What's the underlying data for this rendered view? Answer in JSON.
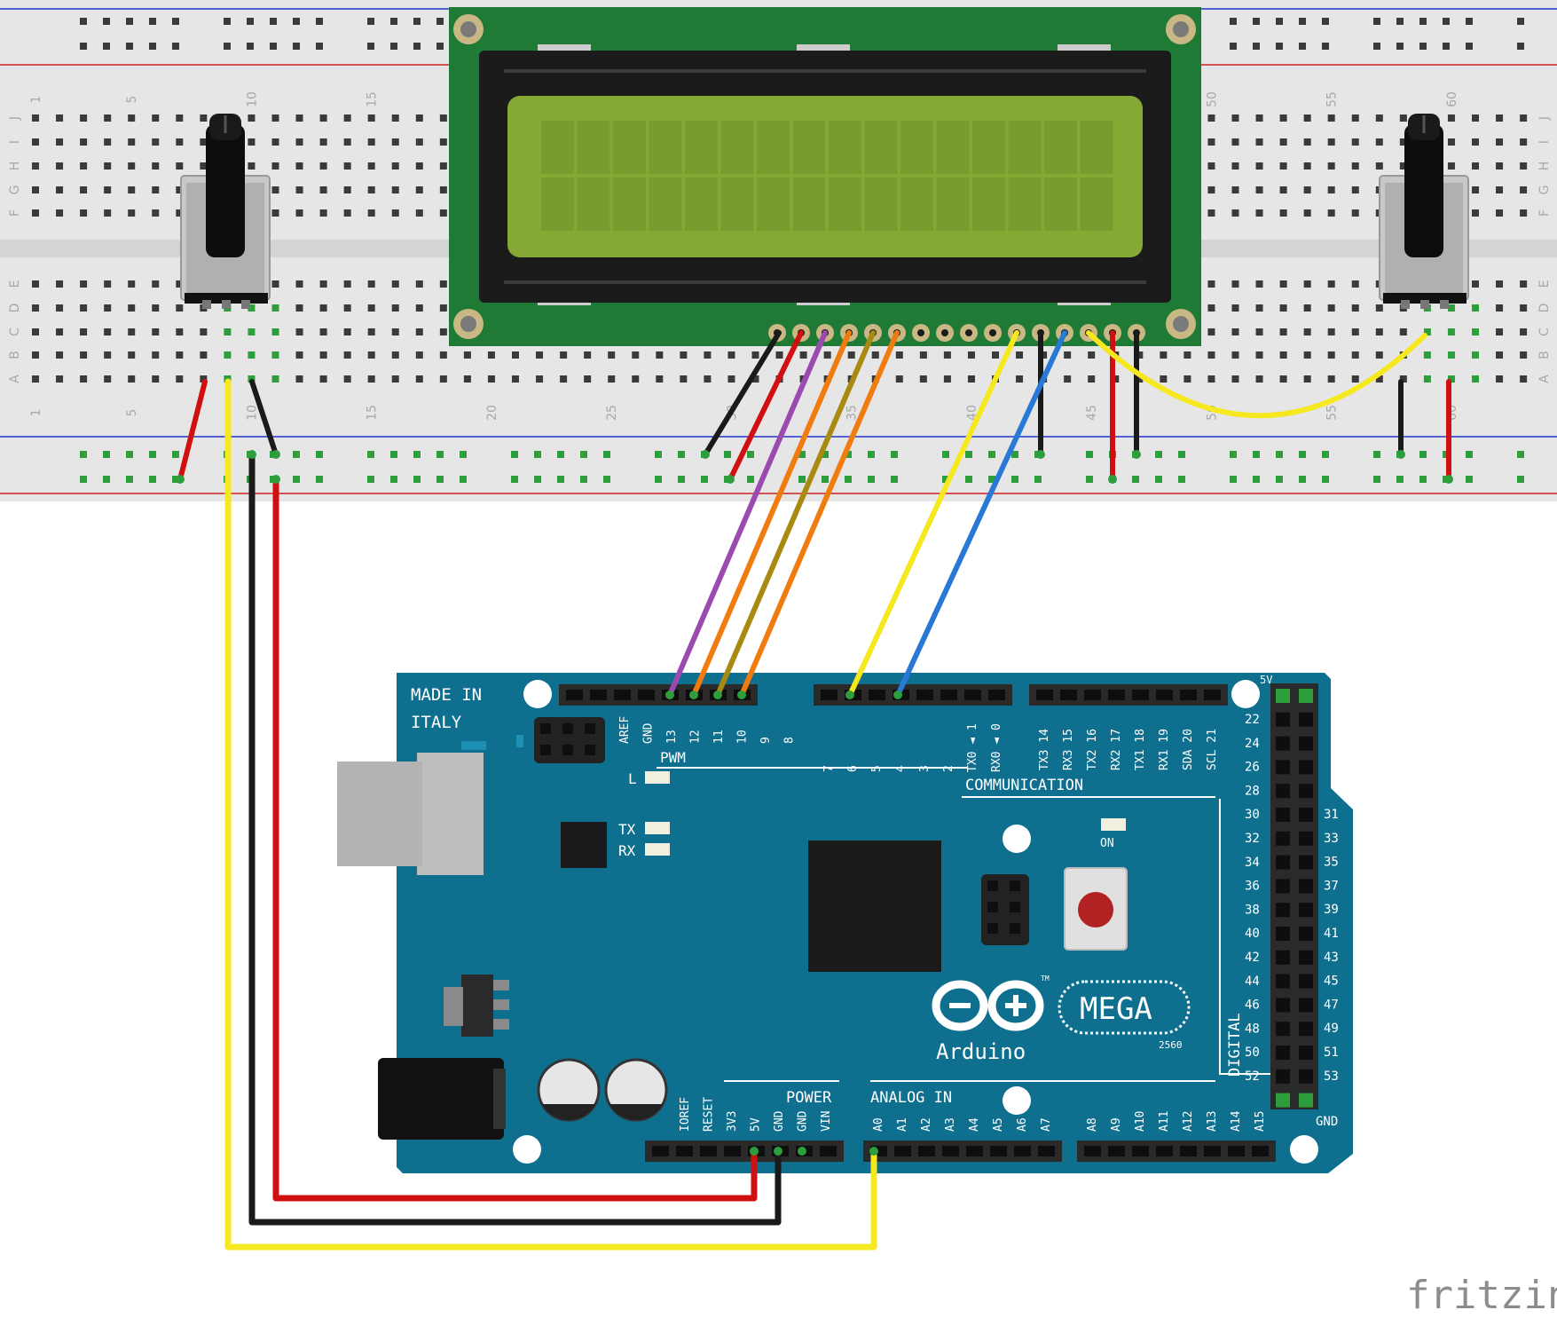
{
  "breadboard": {
    "column_numbers": [
      "1",
      "5",
      "10",
      "15",
      "20",
      "25",
      "30",
      "35",
      "40",
      "45",
      "50",
      "55",
      "60"
    ],
    "row_letters_top": [
      "J",
      "I",
      "H",
      "G",
      "F"
    ],
    "row_letters_bottom": [
      "E",
      "D",
      "C",
      "B",
      "A"
    ]
  },
  "arduino": {
    "made_in_1": "MADE IN",
    "made_in_2": "ITALY",
    "led_l": "L",
    "led_tx": "TX",
    "led_rx": "RX",
    "led_on": "ON",
    "pwm": "PWM",
    "communication": "COMMUNICATION",
    "power": "POWER",
    "analog_in": "ANALOG IN",
    "digital": "DIGITAL",
    "gnd": "GND",
    "five_v": "5V",
    "brand": "Arduino",
    "model": "MEGA",
    "tm": "TM",
    "chip": "2560",
    "header_top1": [
      "AREF",
      "GND",
      "13",
      "12",
      "11",
      "10",
      "9",
      "8"
    ],
    "header_top2": [
      "7",
      "6",
      "5",
      "4",
      "3",
      "2",
      "TX0 ◄ 1",
      "RX0 ◄ 0"
    ],
    "header_top3": [
      "TX3 14",
      "RX3 15",
      "TX2 16",
      "RX2 17",
      "TX1 18",
      "RX1 19",
      "SDA 20",
      "SCL 21"
    ],
    "power_pins": [
      "IOREF",
      "RESET",
      "3V3",
      "5V",
      "GND",
      "GND",
      "VIN"
    ],
    "analog_pins_1": [
      "A0",
      "A1",
      "A2",
      "A3",
      "A4",
      "A5",
      "A6",
      "A7"
    ],
    "analog_pins_2": [
      "A8",
      "A9",
      "A10",
      "A11",
      "A12",
      "A13",
      "A14",
      "A15"
    ],
    "digital_left": [
      "22",
      "24",
      "26",
      "28",
      "30",
      "32",
      "34",
      "36",
      "38",
      "40",
      "42",
      "44",
      "46",
      "48",
      "50",
      "52"
    ],
    "digital_right": [
      "31",
      "33",
      "35",
      "37",
      "39",
      "41",
      "43",
      "45",
      "47",
      "49",
      "51",
      "53"
    ]
  },
  "watermark": "fritzing",
  "colors": {
    "board": "#0f6f8f",
    "lcd_pcb": "#1e7a35",
    "lcd_screen": "#86a936",
    "wire_red": "#d01010",
    "wire_black": "#1a1a1a",
    "wire_yellow": "#f5e81e",
    "wire_purple": "#9b4ab0",
    "wire_orange": "#f07c10",
    "wire_olive": "#a88a10",
    "wire_blue": "#2a78d6"
  }
}
